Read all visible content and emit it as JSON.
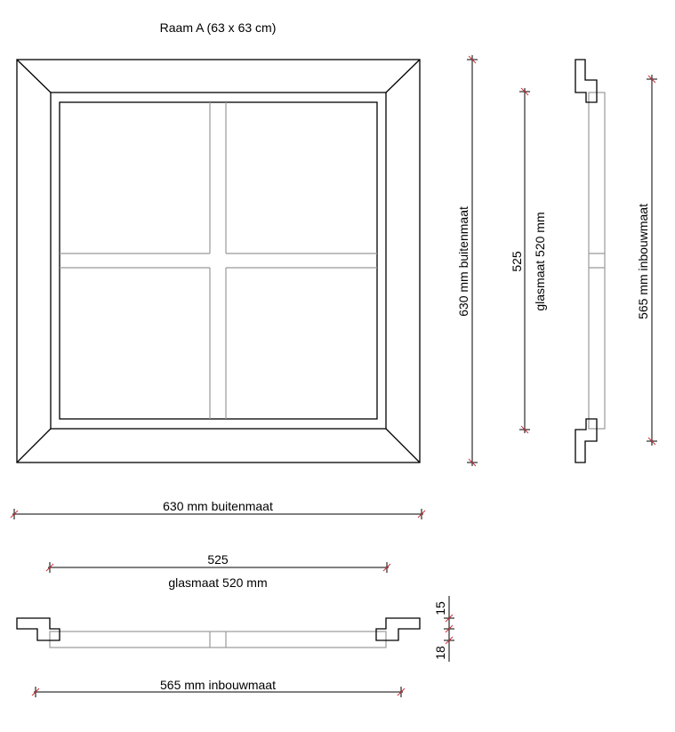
{
  "title": "Raam A (63 x 63 cm)",
  "dimensions": {
    "outer_h": "630 mm buitenmaat",
    "glass_num_h": "525",
    "glass_h": "glasmaat 520 mm",
    "install_h": "565 mm inbouwmaat",
    "outer_v": "630 mm buitenmaat",
    "glass_num_v": "525",
    "glass_v": "glasmaat 520 mm",
    "install_v": "565 mm inbouwmaat",
    "profile_top": "15",
    "profile_bottom": "18"
  },
  "colors": {
    "line": "#000000",
    "glass": "#999999",
    "tick": "#d0303a"
  }
}
